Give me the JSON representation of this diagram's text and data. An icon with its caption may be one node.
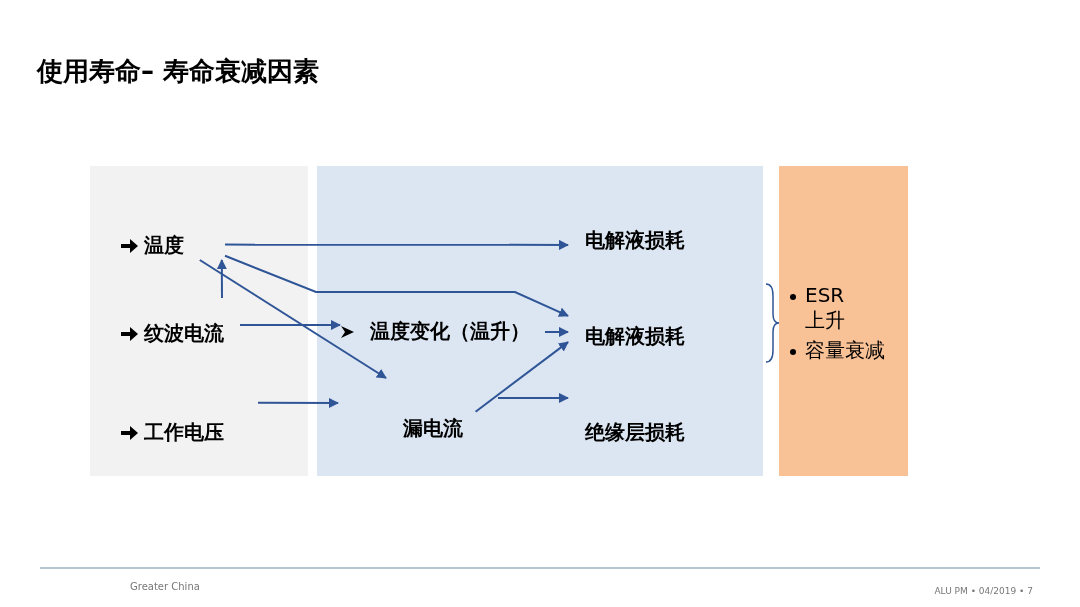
{
  "diagram": {
    "title": "使用寿命– 寿命衰减因素",
    "nodes": [
      {
        "text": [],
        "shape": "box"
      },
      {
        "text": [],
        "shape": "box"
      },
      {
        "text": [
          "ESR 上升",
          "容量衰减"
        ]
      },
      {
        "text": [
          "温度"
        ],
        "in": 0
      },
      {
        "text": [
          "纹波电流"
        ],
        "in": 0
      },
      {
        "text": [
          "工作电压"
        ],
        "in": 0
      },
      {
        "text": [
          "温度变化（温升）"
        ],
        "in": 1
      },
      {
        "text": [
          "漏电流"
        ],
        "in": 1
      },
      {
        "text": [
          "电解液损耗"
        ],
        "in": 1
      },
      {
        "text": [
          "电解液损耗"
        ],
        "in": 1
      },
      {
        "text": [
          "绝缘层损耗"
        ],
        "in": 1
      }
    ],
    "edges": [
      {
        "from": 3,
        "to": 8,
        "arrow": "to"
      },
      {
        "from": 4,
        "to": 3,
        "arrow": "to"
      },
      {
        "from": 3,
        "to": 9,
        "arrow": "to"
      },
      {
        "from": 3,
        "to": 7,
        "arrow": "to"
      },
      {
        "from": 4,
        "to": 6,
        "arrow": "to"
      },
      {
        "from": 5,
        "to": 7,
        "arrow": "to"
      },
      {
        "from": 6,
        "to": 9,
        "arrow": "to"
      },
      {
        "from": 7,
        "to": 9,
        "arrow": "to"
      },
      {
        "from": 7,
        "to": 10,
        "arrow": "to"
      }
    ],
    "labels": [
      "Greater China",
      "ALU PM • 04/2019 • 7"
    ]
  }
}
